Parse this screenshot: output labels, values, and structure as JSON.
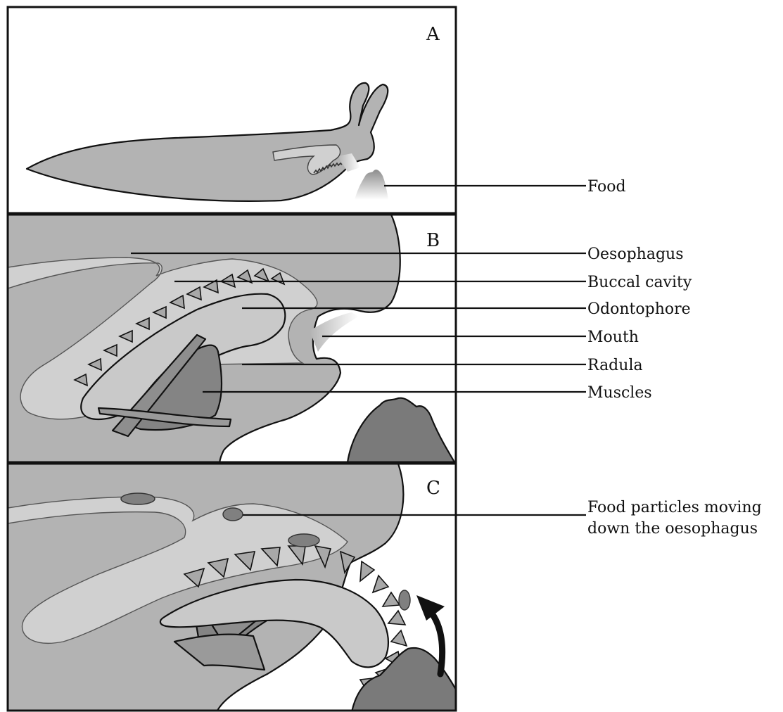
{
  "panels": {
    "a": {
      "letter": "A"
    },
    "b": {
      "letter": "B"
    },
    "c": {
      "letter": "C"
    }
  },
  "labels": {
    "food": "Food",
    "oesophagus": "Oesophagus",
    "buccal_cavity": "Buccal cavity",
    "odontophore": "Odontophore",
    "mouth": "Mouth",
    "radula": "Radula",
    "muscles": "Muscles",
    "food_particles_line1": "Food particles moving",
    "food_particles_line2": "down the oesophagus"
  },
  "colors": {
    "body": "#b3b3b3",
    "cavity": "#d0d0d0",
    "muscle": "#828282",
    "food": "#7a7a7a",
    "outline": "#111111"
  }
}
